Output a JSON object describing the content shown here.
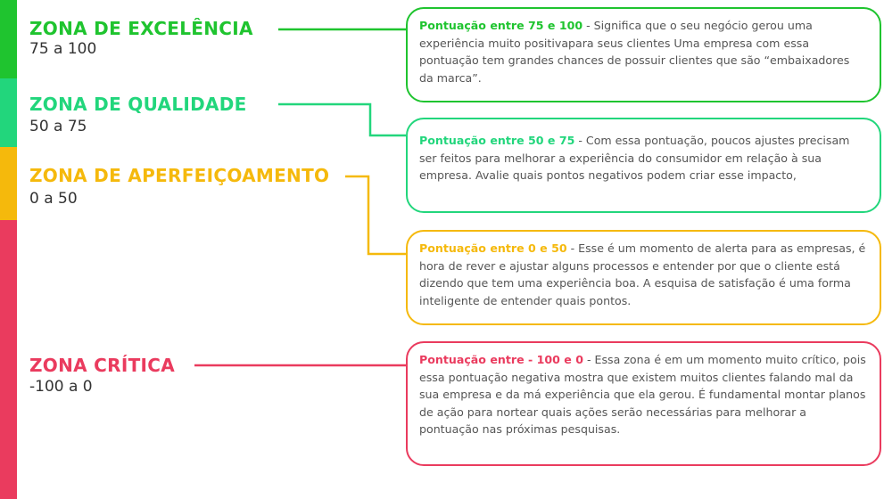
{
  "colors": {
    "excelencia": "#1fc42f",
    "qualidade": "#22d67c",
    "aperfeicoamento": "#f5b90c",
    "critica": "#ea3b5e"
  },
  "zones": [
    {
      "title": "ZONA DE EXCELÊNCIA",
      "range": "75 a 100",
      "highlight": "Pontuação entre 75 e 100",
      "text": " - Significa que o seu negócio gerou uma experiência muito positivapara seus clientes Uma empresa com essa pontuação tem grandes chances de possuir clientes que são “embaixadores da marca”."
    },
    {
      "title": "ZONA DE QUALIDADE",
      "range": "50 a 75",
      "highlight": "Pontuação entre 50 e 75",
      "text": " - Com essa pontuação, poucos ajustes precisam ser feitos para melhorar a experiência do consumidor em relação à sua empresa. Avalie quais pontos negativos podem criar esse impacto,"
    },
    {
      "title": "ZONA DE APERFEIÇOAMENTO",
      "range": "0 a 50",
      "highlight": "Pontuação entre 0 e 50",
      "text": " - Esse é um momento de alerta para as empresas, é hora de rever e ajustar alguns processos e entender por que o cliente está dizendo que tem uma experiência boa. A esquisa de satisfação é uma forma inteligente de entender quais pontos."
    },
    {
      "title": "ZONA CRÍTICA",
      "range": "-100 a 0",
      "highlight": "Pontuação entre - 100 e 0",
      "text": " - Essa zona é em um momento muito crítico, pois essa pontuação negativa mostra que existem muitos clientes falando mal da sua empresa e da má experiência que ela gerou. É fundamental montar planos de ação para nortear quais ações serão necessárias para melhorar a pontuação nas próximas pesquisas."
    }
  ]
}
